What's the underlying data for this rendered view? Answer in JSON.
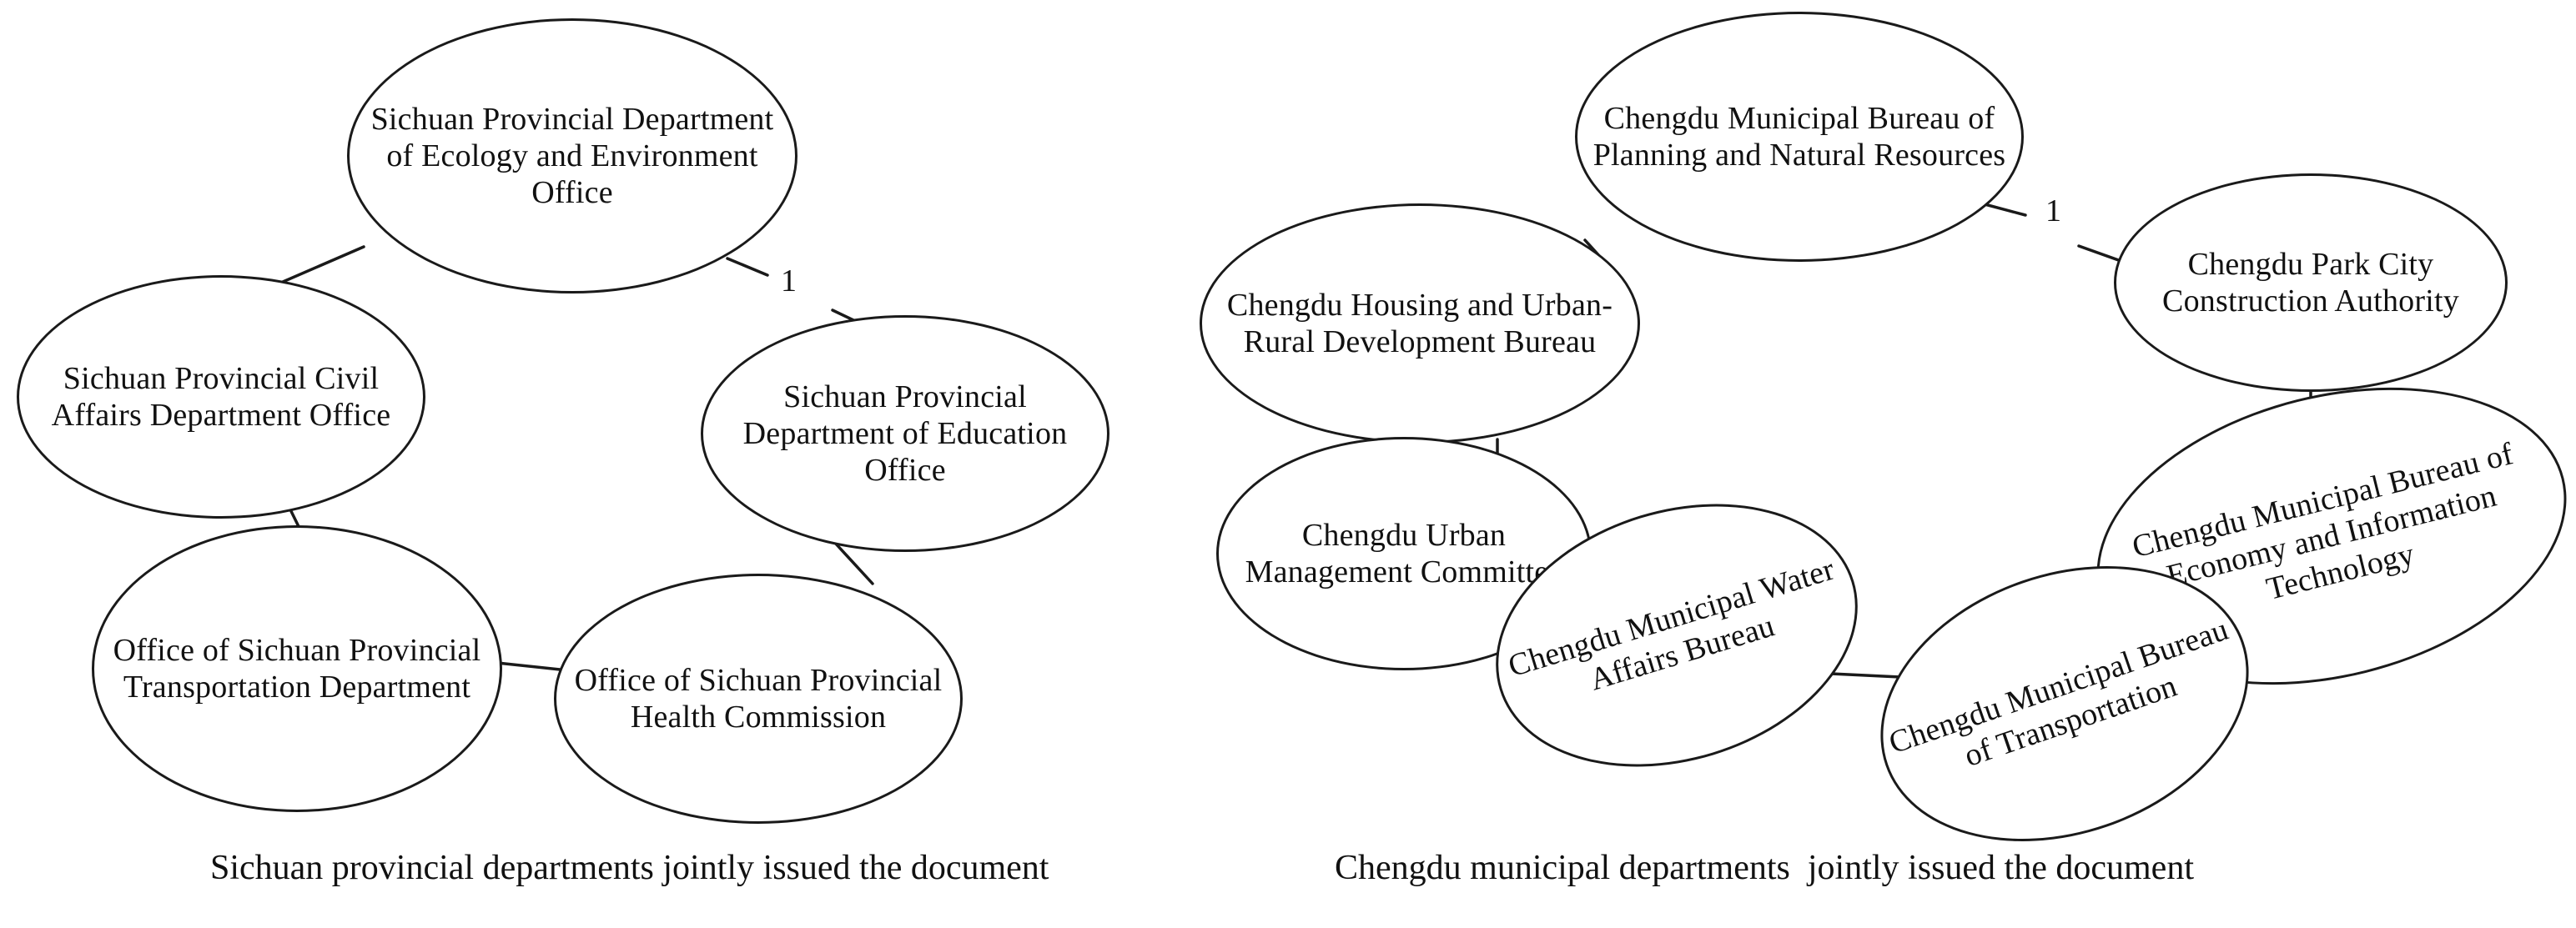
{
  "figure": {
    "background": "#ffffff",
    "stroke_color": "#1a1a1a",
    "text_color": "#111111"
  },
  "left_group": {
    "caption": "Sichuan provincial departments jointly issued the document",
    "edge_marker": "1",
    "nodes": [
      {
        "id": "sc-ecology",
        "label": "Sichuan Provincial Department of Ecology and Environment Office"
      },
      {
        "id": "sc-civil-affairs",
        "label": "Sichuan Provincial Civil Affairs Department Office"
      },
      {
        "id": "sc-education",
        "label": "Sichuan Provincial Department of Education Office"
      },
      {
        "id": "sc-transportation",
        "label": "Office of Sichuan Provincial Transportation Department"
      },
      {
        "id": "sc-health",
        "label": "Office of Sichuan Provincial Health Commission"
      }
    ]
  },
  "right_group": {
    "caption": "Chengdu municipal departments  jointly issued the document",
    "edge_marker": "1",
    "nodes": [
      {
        "id": "cd-planning",
        "label": "Chengdu Municipal Bureau of Planning and Natural Resources"
      },
      {
        "id": "cd-housing",
        "label": "Chengdu Housing and Urban-Rural Development Bureau"
      },
      {
        "id": "cd-park-city",
        "label": "Chengdu Park City Construction Authority"
      },
      {
        "id": "cd-urban-mgmt",
        "label": "Chengdu Urban Management Committee"
      },
      {
        "id": "cd-economy-it",
        "label": "Chengdu Municipal Bureau of Economy and Information Technology"
      },
      {
        "id": "cd-water-affairs",
        "label": "Chengdu Municipal Water Affairs Bureau"
      },
      {
        "id": "cd-transportation",
        "label": "Chengdu Municipal Bureau of Transportation"
      }
    ]
  }
}
